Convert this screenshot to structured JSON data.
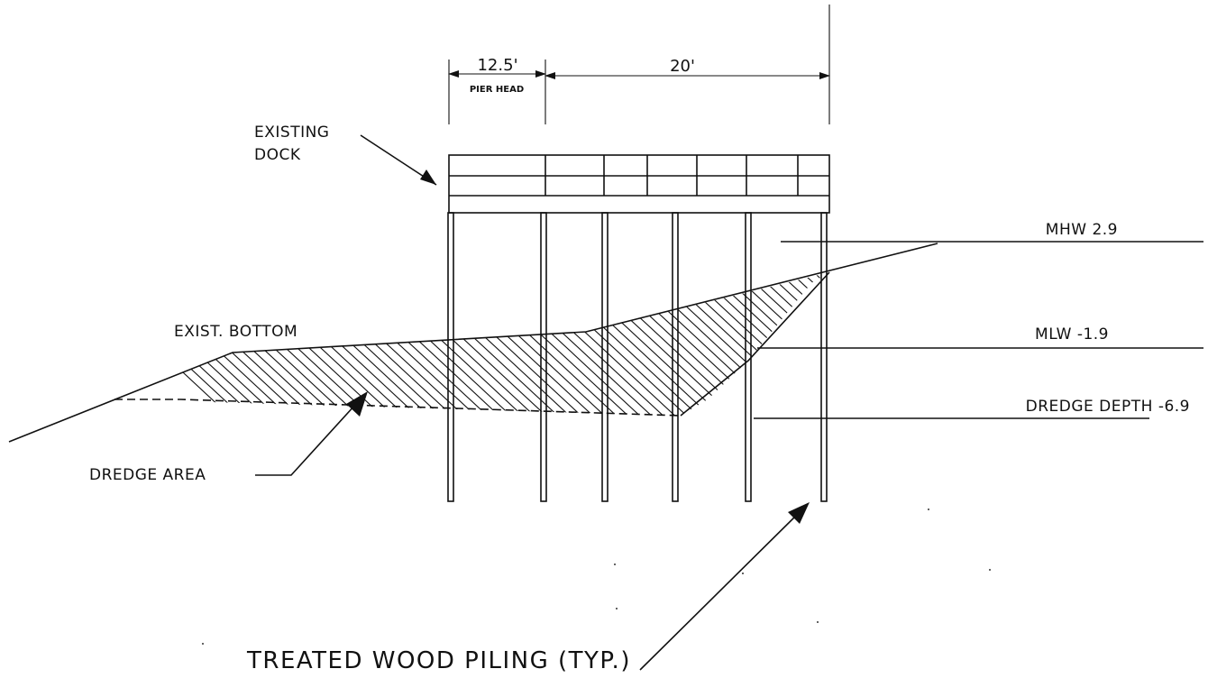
{
  "dimensions": {
    "pier_head_width": "12.5'",
    "pier_head_label": "PIER HEAD",
    "extension_width": "20'"
  },
  "labels": {
    "existing_dock": [
      "EXISTING",
      "DOCK"
    ],
    "exist_bottom": "EXIST. BOTTOM",
    "dredge_area": "DREDGE AREA",
    "piling": "TREATED WOOD PILING (TYP.)"
  },
  "water_levels": {
    "mhw": "MHW 2.9",
    "mlw": "MLW -1.9",
    "dredge_depth": "DREDGE DEPTH -6.9"
  }
}
